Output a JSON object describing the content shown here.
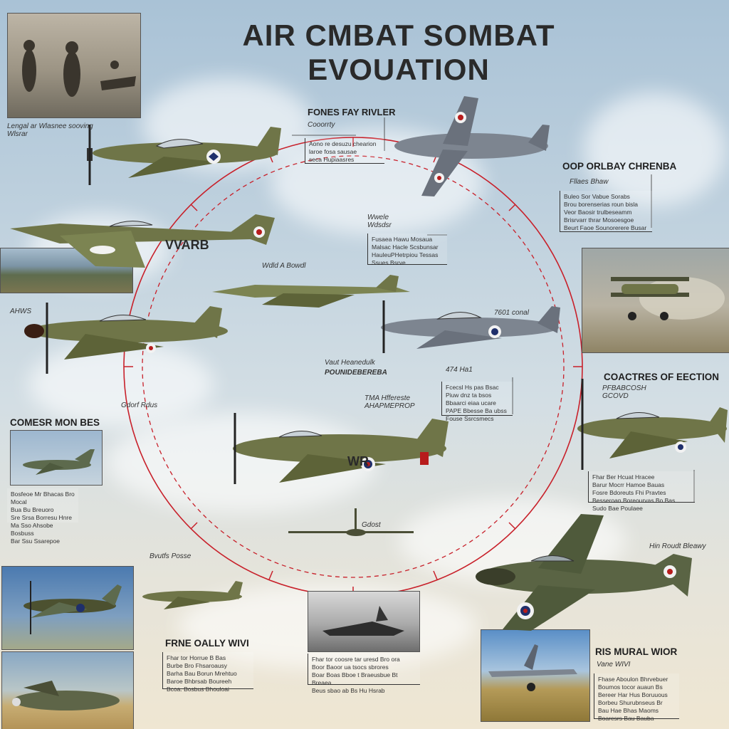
{
  "title": "AIR CMBAT SOMBAT EVOUATION",
  "labels": {
    "top_center": "FONES FAY RIVLER",
    "top_center_sub": "Cooorrty",
    "top_left_caption": "Lengal ar Wlasnee sooving Wlsrar",
    "plane_tag_1": "VVARB",
    "nose_label": "Wdld A Bowdl",
    "wing_label": "AHWS",
    "right_upper": "OOP ORLBAY CHRENBA",
    "right_upper_sub": "Fllaes Bhaw",
    "center_note": "Wwele Wdsdsr",
    "plane_tag_2": "7601 conal",
    "mid_left_tag": "Gdorf Rdus",
    "mid_title_a": "Vaut Heanedulk",
    "mid_title_b": "POUNIDEBEREBA",
    "mid_note_1": "TMA Hffereste AHAPMEPROP",
    "mid_note_2": "474 Ha1",
    "mid_plane_tag": "WR",
    "small_plane_tag": "Gdost",
    "right_mid_heading": "COACTRES OF EECTION",
    "right_mid_sub": "PFBABCOSH GCOVD",
    "left_heading": "COMESR MON BES",
    "bottom_left_tag": "Bvutfs Posse",
    "bottom_heading_left": "FRNE OALLY WIVI",
    "bottom_right_tag": "Hin Roudt Bleawy",
    "bottom_right_heading": "RIS MURAL WIOR",
    "bottom_right_sub": "Vane WIVI"
  },
  "text_blocks": {
    "top_center_desc": "Aono re desuzu chearion\nlaroe fosa sausae\nseca Hupiaasres",
    "right_upper_desc": "Buleo Sor Vabue Sorabs\nBrou borenserias roun bisla\nVeor Baosir trulbeseamm\nBrisrvarr thrar Mosoesgoe\nBeurt Faoe Sounorerere Busar",
    "center_desc": "Fusaea Hawu Mosaua\nMalsac Hacle Scsbunsar\nHauleuPHetrpiou Tessas\nSsues Bsrve",
    "mid_desc": "Fcecsl Hs pas Bsac\nPiuw dnz ta bsos\nBbaarci eiaa ucare\nPAPE Bbesse Ba ubss\nFouse Ssrcsmecs",
    "right_mid_desc": "Fhar Ber Hcuat Hracee\nBarur Mocrr Hamoe Bauas\nFosre Bdoreuts Fhi Pravtes\nBesseroan Boreourvas Bo Bas\nSudo Bae Poulaee",
    "left_desc": "Bosfeoe Mr Bhacas Bro Mocal\nBua Bu Breuoro\nSre Srsa Borresu Hnre\nMa Sso Ahsobe Bosbuss\nBar Ssu Ssarepoe",
    "bottom_left_desc": "Fhar tor Horrue B Bas\nBurbe Bro Fhsaroausy\nBarha Bau Borun Mrehtuo\nBaroe Bhbrsab Boureeh\nBcoa. Bosbus Bhouloai",
    "bottom_center_desc": "Fhar tor coosre tar uresd Bro ora\nBoor Baoor ua tsocs sbrores\nBoar Boas Bboe t Braeusbue Bt Breaea\nBeus sbao ab Bs Hu Hsrab",
    "bottom_right_desc": "Fhase Aboulon Bhrvebuer\nBoumos tocor auaun Bs\nBereer Har Hus Boruuous\nBorbeu Shurubnseus Br\nBau Hae Bhas Maoms\nBoaresrs Bau Bauba"
  },
  "colors": {
    "olive": "#6f7548",
    "olive_dark": "#4c5130",
    "grey_plane": "#7d8590",
    "red_circle": "#c8202a",
    "roundel_blue": "#1f2f6b",
    "roundel_red": "#b71c1c"
  }
}
